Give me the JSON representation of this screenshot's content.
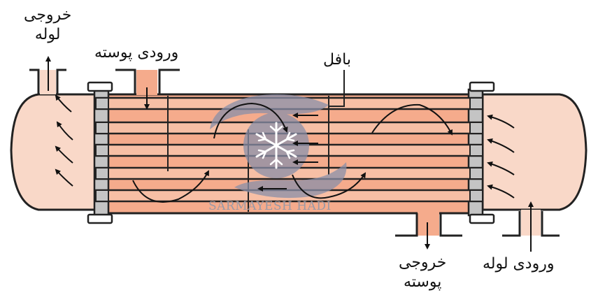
{
  "labels": {
    "tube_outlet_line1": "خروجی",
    "tube_outlet_line2": "لوله",
    "shell_inlet": "ورودی پوسته",
    "baffle": "بافل",
    "shell_outlet_line1": "خروجی",
    "shell_outlet_line2": "پوسته",
    "tube_inlet": "ورودی لوله"
  },
  "watermark": {
    "text": "SARMAYESH HADI",
    "icon": "snowflake-icon"
  },
  "colors": {
    "shell_fill": "#f5ab8c",
    "head_fill": "#f9d8c8",
    "outline": "#222222",
    "tube_fill": "#f7bfa5",
    "tubesheet": "#c4c4c4",
    "watermark": "#8a8fa8"
  }
}
